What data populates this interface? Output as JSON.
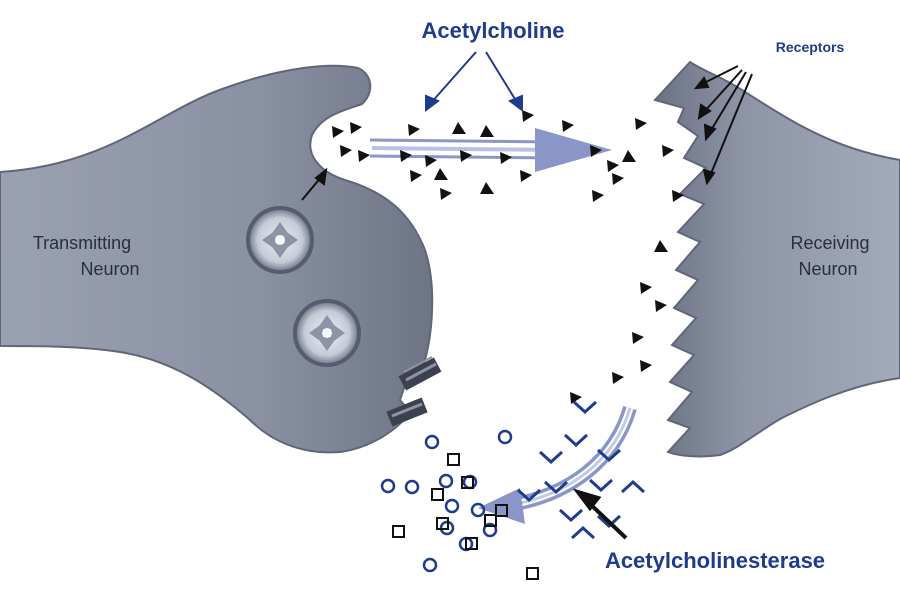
{
  "labels": {
    "transmitting_line1": "Transmitting",
    "transmitting_line2": "Neuron",
    "receiving_line1": "Receiving",
    "receiving_line2": "Neuron",
    "acetylcholine": "Acetylcholine",
    "receptors": "Receptors",
    "acetylcholinesterase": "Acetylcholinesterase"
  },
  "colors": {
    "neuron_fill": "#8c93a4",
    "neuron_shade": "#5f6678",
    "label_blue": "#1f3c8c",
    "flow_arrow": "#8a96c8",
    "molecule": "#111111",
    "enzyme": "#1f3c8c"
  }
}
